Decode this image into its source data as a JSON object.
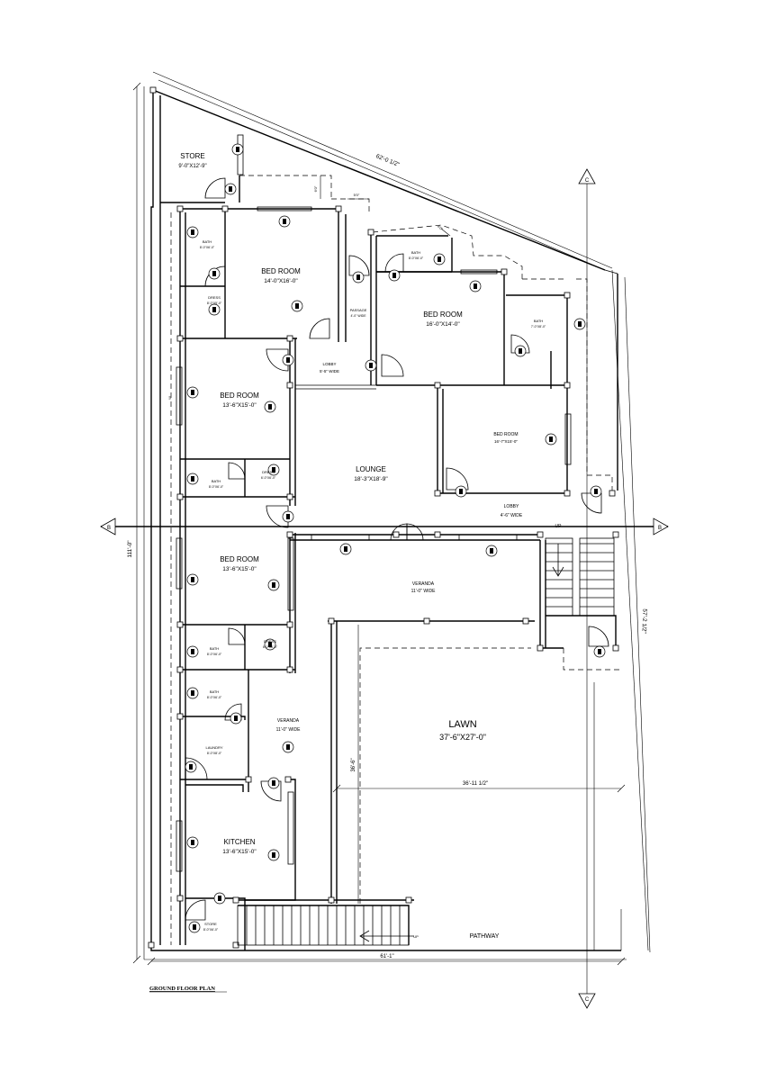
{
  "plan": {
    "title": "GROUND FLOOR PLAN",
    "rooms": {
      "store": {
        "name": "STORE",
        "size": "9'-0\"X12'-9\""
      },
      "bed_room_1": {
        "name": "BED ROOM",
        "size": "14'-0\"X16'-0\""
      },
      "bath_1": {
        "name": "BATH",
        "size": "8'-0\"X6'-0\""
      },
      "dress_1": {
        "name": "DRESS",
        "size": "8'-0\"X5'-0\""
      },
      "passage": {
        "name": "PASSAGE",
        "size": "4'-0\" WIDE"
      },
      "bath_2": {
        "name": "BATH",
        "size": "8'-0\"X6'-0\""
      },
      "bed_room_2": {
        "name": "BED ROOM",
        "size": "16'-0\"X14'-0\""
      },
      "bath_3": {
        "name": "BATH",
        "size": "7'-0\"X8'-0\""
      },
      "lobby_1": {
        "name": "LOBBY",
        "size": "5'-5\" WIDE"
      },
      "bed_room_3": {
        "name": "BED ROOM",
        "size": "13'-6\"X15'-0\""
      },
      "bed_room_4": {
        "name": "BED ROOM",
        "size": "16'-7\"X15'-0\""
      },
      "bath_4": {
        "name": "BATH",
        "size": "8'-0\"X6'-0\""
      },
      "dress_2": {
        "name": "DRESS",
        "size": "6'-0\"X6'-0\""
      },
      "lounge": {
        "name": "LOUNGE",
        "size": "18'-3\"X18'-9\""
      },
      "lobby_2": {
        "name": "LOBBY",
        "size": "4'-6\" WIDE"
      },
      "bed_room_5": {
        "name": "BED ROOM",
        "size": "13'-6\"X15'-0\""
      },
      "veranda_1": {
        "name": "VERANDA",
        "size": "11'-0\" WIDE"
      },
      "bath_5": {
        "name": "BATH",
        "size": "8'-0\"X6'-0\""
      },
      "dress_3": {
        "name": "DRESS",
        "size": "6'-0\"X6'-0\""
      },
      "bath_6": {
        "name": "BATH",
        "size": "8'-0\"X6'-0\""
      },
      "veranda_2": {
        "name": "VERANDA",
        "size": "11'-0\" WIDE"
      },
      "laundry": {
        "name": "LAUNDRY",
        "size": "8'-0\"X8'-0\""
      },
      "lawn": {
        "name": "LAWN",
        "size": "37'-6\"X27'-0\""
      },
      "kitchen": {
        "name": "KITCHEN",
        "size": "13'-6\"X15'-0\""
      },
      "store_2": {
        "name": "STORE",
        "size": "8'-0\"X6'-0\""
      },
      "pathway": {
        "name": "PATHWAY"
      }
    },
    "dimensions": {
      "top_edge": "62'-0 1/2\"",
      "left_edge": "111'-0\"",
      "right_edge": "57'-2 1/2\"",
      "bottom_edge": "61'-1\"",
      "lawn_width": "36'-11 1/2\"",
      "lawn_height": "36'-6\"",
      "store_gap_1": "6'0\"",
      "store_gap_2": "5'0\"",
      "bath_gap": "4'0\""
    },
    "stair_labels": {
      "up": "UP",
      "up_2": "UP"
    },
    "section_labels": [
      "B",
      "B",
      "C",
      "C"
    ],
    "marks": {
      "window_mark": "W"
    }
  }
}
